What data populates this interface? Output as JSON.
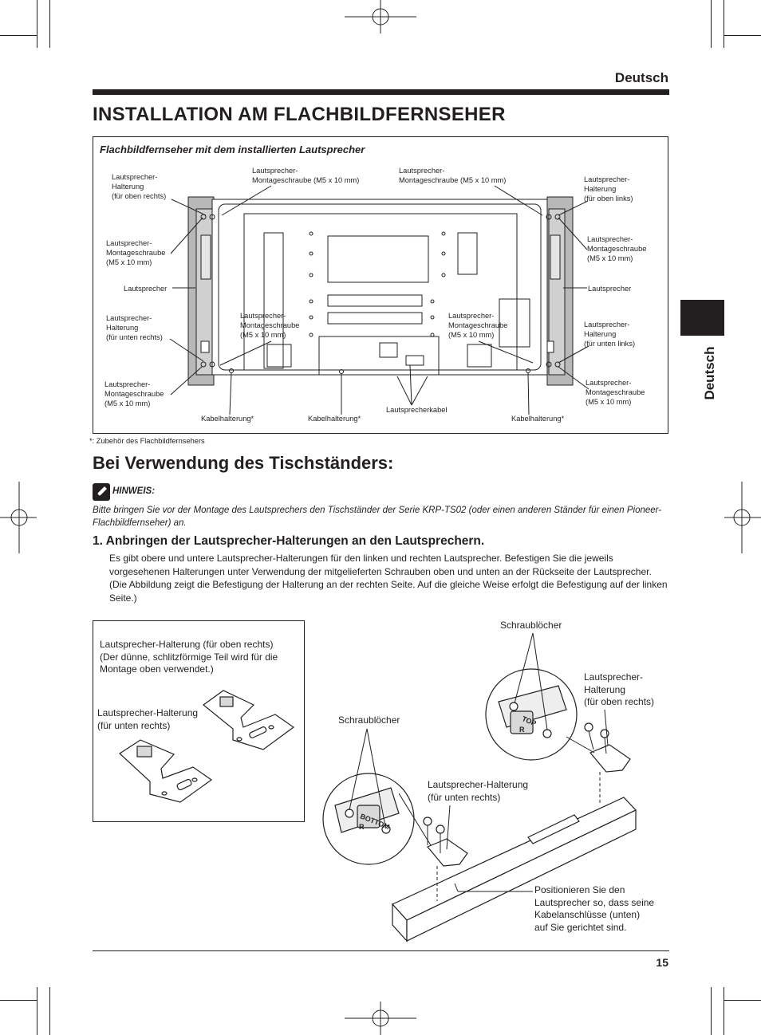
{
  "header": {
    "language": "Deutsch"
  },
  "title": "INSTALLATION AM FLACHBILDFERNSEHER",
  "figure1": {
    "title": "Flachbildfernseher mit dem installierten Lautsprecher",
    "labels": {
      "top_left_bracket": "Lautsprecher-\nHalterung\n(für oben rechts)",
      "top_screw_left": "Lautsprecher-\nMontageschraube (M5 x 10 mm)",
      "top_screw_right": "Lautsprecher-\nMontageschraube (M5 x 10 mm)",
      "top_right_bracket": "Lautsprecher-\nHalterung\n(für oben links)",
      "left_screw_upper": "Lautsprecher-\nMontageschraube\n(M5 x 10 mm)",
      "right_screw_upper": "Lautsprecher-\nMontageschraube\n(M5 x 10 mm)",
      "speaker_left": "Lautsprecher",
      "speaker_right": "Lautsprecher",
      "bottom_left_bracket": "Lautsprecher-\nHalterung\n(für unten rechts)",
      "mid_screw_left": "Lautsprecher-\nMontageschraube\n(M5 x 10 mm)",
      "mid_screw_right": "Lautsprecher-\nMontageschraube\n(M5 x 10 mm)",
      "bottom_right_bracket": "Lautsprecher-\nHalterung\n(für unten links)",
      "left_screw_lower": "Lautsprecher-\nMontageschraube\n(M5 x 10 mm)",
      "right_screw_lower": "Lautsprecher-\nMontageschraube\n(M5 x 10 mm)",
      "cable_holder_1": "Kabelhalterung*",
      "cable_holder_2": "Kabelhalterung*",
      "speaker_cable": "Lautsprecherkabel",
      "cable_holder_3": "Kabelhalterung*"
    }
  },
  "footnote": "*: Zubehör des Flachbildfernsehers",
  "section2": {
    "title": "Bei Verwendung des Tischständers:",
    "note_label": "HINWEIS:",
    "note_text": "Bitte bringen Sie vor der Montage des Lautsprechers den Tischständer der Serie KRP-TS02 (oder einen anderen Ständer für einen Pioneer-Flachbildfernseher) an.",
    "step1_title": "1.  Anbringen der Lautsprecher-Halterungen an den Lautsprechern.",
    "step1_body": "Es gibt obere und untere Lautsprecher-Halterungen für den linken und rechten Lautsprecher. Befestigen Sie die jeweils vorgesehenen Halterungen unter Verwendung der mitgelieferten Schrauben oben und unten an der Rückseite der Lautsprecher.\n(Die Abbildung zeigt die Befestigung der Halterung an der rechten Seite. Auf die gleiche Weise erfolgt die Befestigung auf der linken Seite.)"
  },
  "figure2": {
    "upper_bracket_label": "Lautsprecher-Halterung (für oben rechts)\n(Der dünne, schlitzförmige Teil wird für die\nMontage oben verwendet.)",
    "lower_bracket_label": "Lautsprecher-Halterung\n(für unten rechts)",
    "screw_holes_1": "Schraublöcher",
    "screw_holes_2": "Schraublöcher",
    "bracket_top_right": "Lautsprecher-\nHalterung\n(für oben rechts)",
    "bracket_bottom_right": "Lautsprecher-Halterung\n(für unten rechts)",
    "positioning_text": "Positionieren Sie den\nLautsprecher so, dass seine\nKabelanschlüsse (unten)\nauf Sie gerichtet sind.",
    "top_mark": "TOP",
    "bottom_mark": "BOTTOM",
    "r_mark": "R"
  },
  "side_tab": {
    "language": "Deutsch"
  },
  "page_number": "15"
}
